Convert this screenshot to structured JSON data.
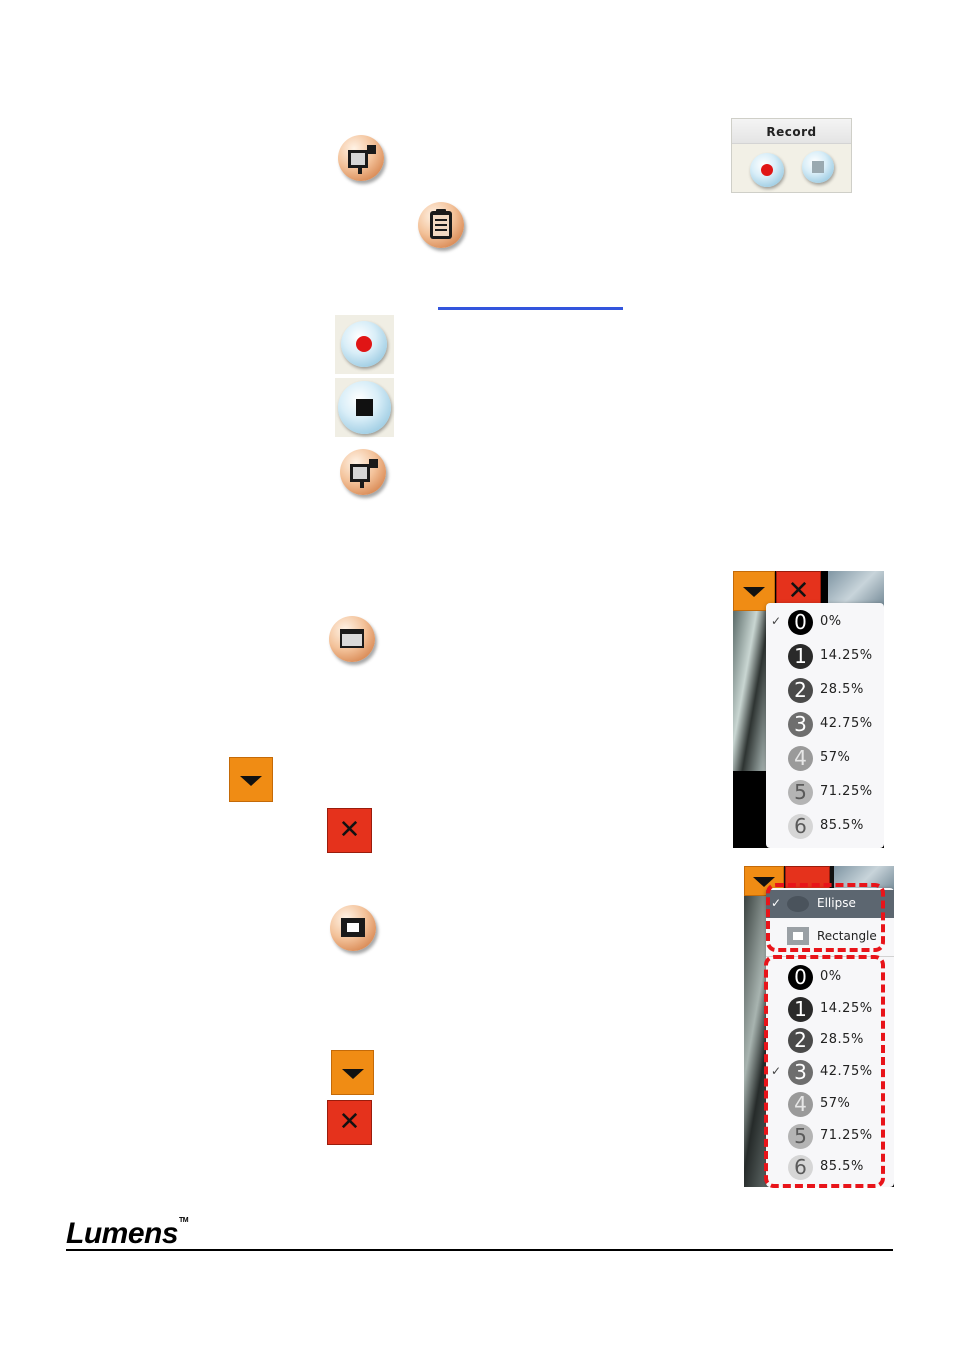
{
  "record_panel": {
    "title": "Record"
  },
  "link_text": "",
  "icons": {
    "record_tool": "video-camera-icon",
    "setting": "clipboard-icon",
    "start_record": "record-icon",
    "stop_record": "stop-icon",
    "mask": "mask-window-icon",
    "spotlight": "spotlight-window-icon",
    "dropdown": "triangle-down-icon",
    "close": "close-icon"
  },
  "close_glyph": "✕",
  "mask_menu": {
    "items": [
      {
        "num": "0",
        "label": "0%",
        "checked": true
      },
      {
        "num": "1",
        "label": "14.25%",
        "checked": false
      },
      {
        "num": "2",
        "label": "28.5%",
        "checked": false
      },
      {
        "num": "3",
        "label": "42.75%",
        "checked": false
      },
      {
        "num": "4",
        "label": "57%",
        "checked": false
      },
      {
        "num": "5",
        "label": "71.25%",
        "checked": false
      },
      {
        "num": "6",
        "label": "85.5%",
        "checked": false
      }
    ]
  },
  "spotlight_menu": {
    "shapes": [
      {
        "label": "Ellipse",
        "checked": true
      },
      {
        "label": "Rectangle",
        "checked": false
      }
    ],
    "items": [
      {
        "num": "0",
        "label": "0%",
        "checked": false
      },
      {
        "num": "1",
        "label": "14.25%",
        "checked": false
      },
      {
        "num": "2",
        "label": "28.5%",
        "checked": false
      },
      {
        "num": "3",
        "label": "42.75%",
        "checked": true
      },
      {
        "num": "4",
        "label": "57%",
        "checked": false
      },
      {
        "num": "5",
        "label": "71.25%",
        "checked": false
      },
      {
        "num": "6",
        "label": "85.5%",
        "checked": false
      }
    ]
  },
  "check_glyph": "✓",
  "footer": {
    "logo": "Lumens",
    "trademark": "TM"
  },
  "colors": {
    "orange": "#f08c14",
    "red": "#e5321c",
    "dash": "#e8141a",
    "link": "#3355dd"
  }
}
